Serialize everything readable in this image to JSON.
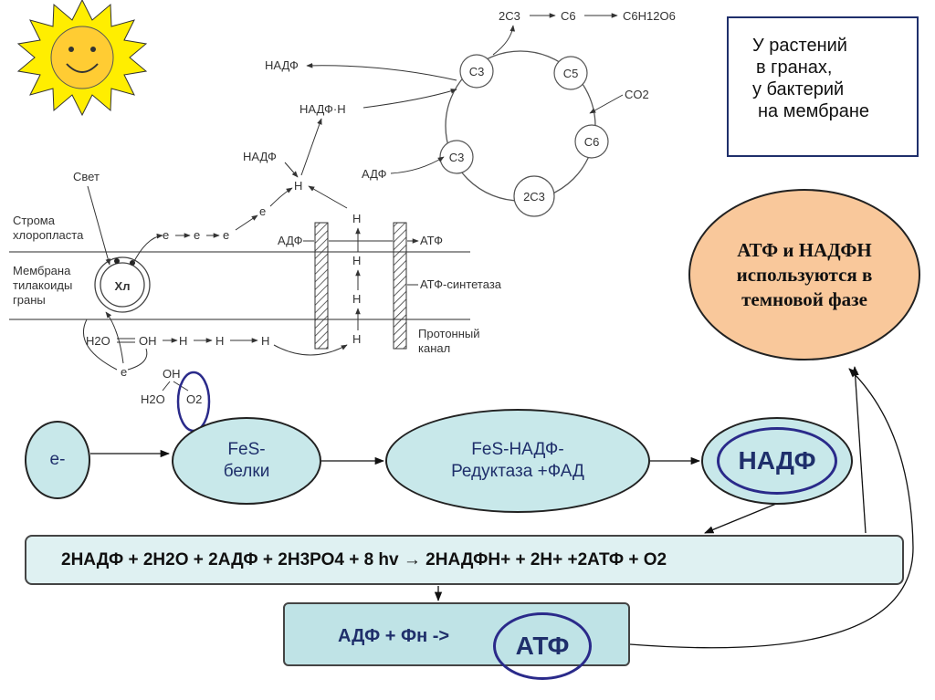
{
  "note": {
    "lines": [
      "У растений",
      "в гранах,",
      "у бактерий",
      "на мембране"
    ]
  },
  "dark_phase": {
    "text": "АТФ и НАДФН используются в темновой фазе"
  },
  "scheme": {
    "cycle": [
      "C3",
      "C5",
      "C6",
      "2C3",
      "C3"
    ],
    "cycle_top": [
      "2C3",
      "C6",
      "C6H12O6"
    ],
    "co2": "CO2",
    "nadp_plus": "НАДФ",
    "nadp_h": "НАДФ·Н",
    "nadp_plus_2": "НАДФ",
    "adp": "АДФ",
    "adp2": "АДФ",
    "atf": "АТФ",
    "light": "Свет",
    "stroma": [
      "Строма",
      "хлоропласта"
    ],
    "membrane": [
      "Мембрана",
      "тилакоиды",
      "граны"
    ],
    "chl": "Хл",
    "atp_synthase": "АТФ-синтетаза",
    "proton_channel": [
      "Протонный",
      "канал"
    ],
    "h2o": "H2O",
    "oh": "OH",
    "o2": "O2",
    "h_plus": "H",
    "e": "e"
  },
  "chain": {
    "electron": "e-",
    "fes": [
      "FeS-",
      "белки"
    ],
    "fes_nadp": [
      "FeS-НАДФ-",
      "Редуктаза +ФАД"
    ],
    "nadp": "НАДФ"
  },
  "equation": "2НАДФ + 2Н2О + 2АДФ + 2Н3РО4 + 8 hv → 2НАДФН+ + 2Н+ +2АТФ + О2",
  "atf_line": {
    "left": "АДФ + Фн ->",
    "right": "АТФ"
  }
}
